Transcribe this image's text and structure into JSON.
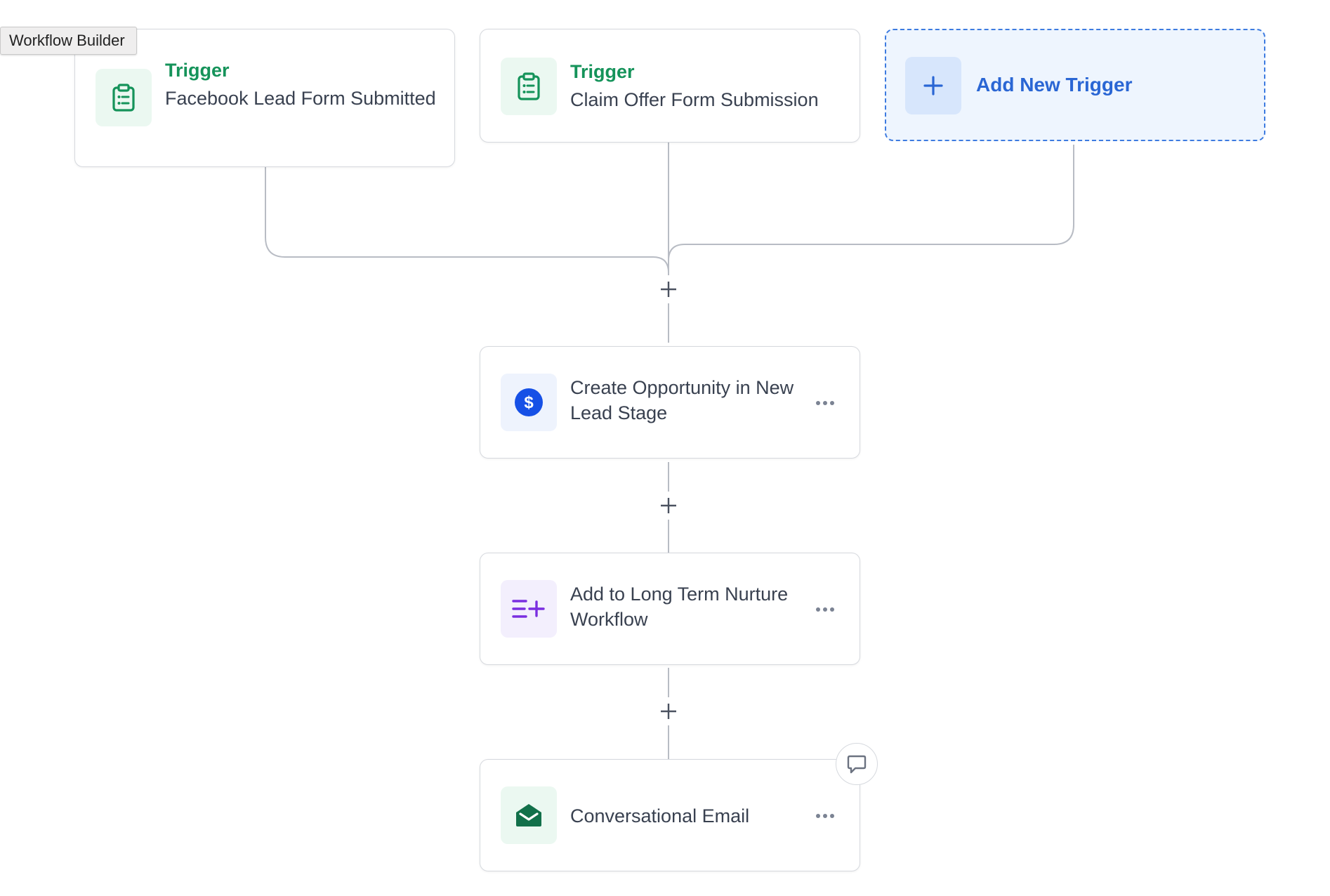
{
  "tooltip": {
    "text": "Workflow Builder"
  },
  "triggers": [
    {
      "label": "Trigger",
      "title": "Facebook Lead Form Submitted",
      "icon": "clipboard-list-icon"
    },
    {
      "label": "Trigger",
      "title": "Claim Offer Form Submission",
      "icon": "clipboard-list-icon"
    }
  ],
  "add_trigger": {
    "label": "Add New Trigger",
    "icon": "plus-icon"
  },
  "actions": [
    {
      "title": "Create Opportunity in New Lead Stage",
      "icon": "dollar-circle-icon"
    },
    {
      "title": "Add to Long Term Nurture Workflow",
      "icon": "list-add-icon"
    },
    {
      "title": "Conversational Email",
      "icon": "mail-open-icon"
    }
  ],
  "colors": {
    "trigger_green": "#15935a",
    "add_blue": "#2a66d4",
    "dollar_blue": "#1650e6",
    "list_purple": "#7a2ee0",
    "mail_green": "#12704a"
  }
}
